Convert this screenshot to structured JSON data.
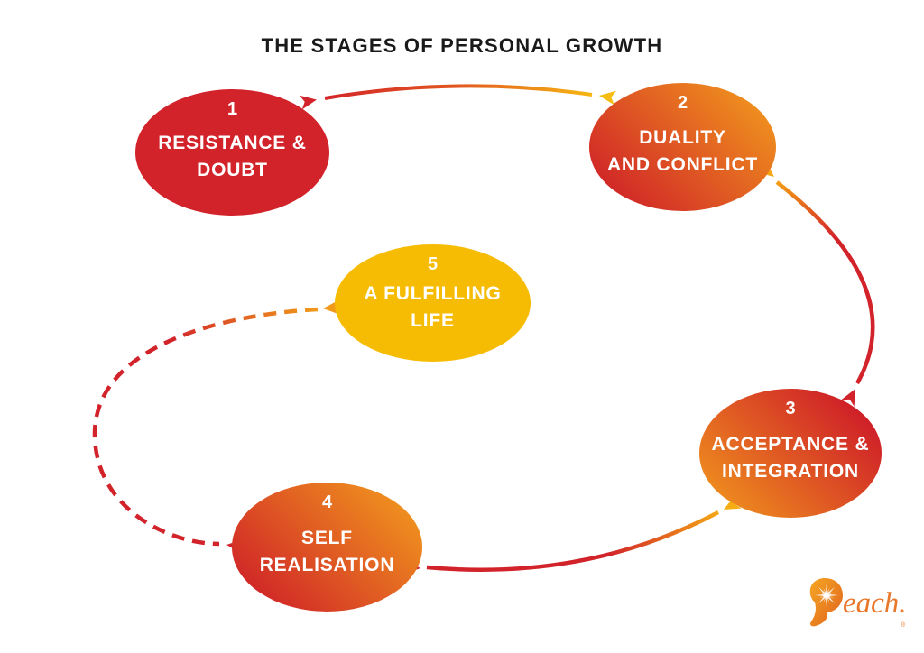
{
  "title": "THE STAGES OF PERSONAL GROWTH",
  "stages": [
    {
      "number": "1",
      "label": "RESISTANCE &\nDOUBT"
    },
    {
      "number": "2",
      "label": "DUALITY\nAND CONFLICT"
    },
    {
      "number": "3",
      "label": "ACCEPTANCE &\nINTEGRATION"
    },
    {
      "number": "4",
      "label": "SELF\nREALISATION"
    },
    {
      "number": "5",
      "label": "A FULFILLING\nLIFE"
    }
  ],
  "connections": [
    {
      "from": "1",
      "to": "2",
      "style": "solid",
      "bidirectional": true
    },
    {
      "from": "2",
      "to": "3",
      "style": "solid",
      "bidirectional": true
    },
    {
      "from": "3",
      "to": "4",
      "style": "solid",
      "bidirectional": true
    },
    {
      "from": "4",
      "to": "5",
      "style": "dashed",
      "bidirectional": true
    }
  ],
  "colors": {
    "red": "#D2232A",
    "orange": "#F0921E",
    "yellow": "#F6BC04",
    "arrow_yellow": "#F7BC11",
    "title_text": "#1A1A1A",
    "logo_orange": "#E8772A"
  },
  "logo": {
    "name": "Reach",
    "text_part": "each.",
    "registered": "®"
  }
}
